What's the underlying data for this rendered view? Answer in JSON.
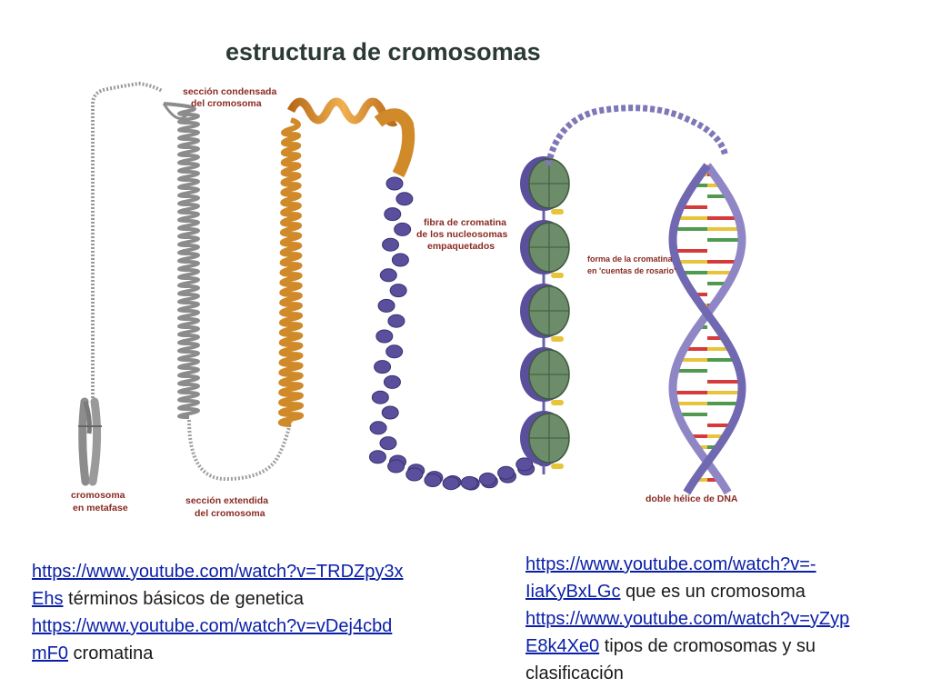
{
  "diagram": {
    "title": "estructura de cromosomas",
    "labels": {
      "condensada_1": "sección condensada",
      "condensada_2": "del cromosoma",
      "fibra_1": "fibra de cromatina",
      "fibra_2": "de los nucleosomas",
      "fibra_3": "empaquetados",
      "forma_1": "forma de la cromatina",
      "forma_2": "en 'cuentas de rosario'",
      "metafase_1": "cromosoma",
      "metafase_2": "en metafase",
      "extendida_1": "sección extendida",
      "extendida_2": "del cromosoma",
      "dna": "doble hélice de DNA"
    },
    "colors": {
      "title": "#2b3a35",
      "label": "#8a2a22",
      "chromatin_gray": "#8c8c8c",
      "chromatin_orange": "#d08a2a",
      "nucleosome_green": "#6c8c6a",
      "nucleosome_purple": "#5a4f9c",
      "helix_purple": "#8f86c6",
      "base_red": "#d63a3a",
      "base_yellow": "#e8c43a",
      "base_green": "#4f9a4f"
    }
  },
  "links": {
    "left": {
      "url1_part1": "https://www.youtube.com/watch?v=TRDZpy3x",
      "url1_part2": "Ehs",
      "text1": " términos básicos de genetica",
      "url2_part1": "https://www.youtube.com/watch?v=vDej4cbd",
      "url2_part2": "mF0",
      "text2": " cromatina"
    },
    "right": {
      "url1_part1": "https://www.youtube.com/watch?v=-",
      "url1_part2": "IiaKyBxLGc",
      "text1": " que es un cromosoma",
      "url2_part1": "https://www.youtube.com/watch?v=yZyp",
      "url2_part2": "E8k4Xe0",
      "text2": " tipos de cromosomas y su",
      "text3": "clasificación"
    }
  }
}
